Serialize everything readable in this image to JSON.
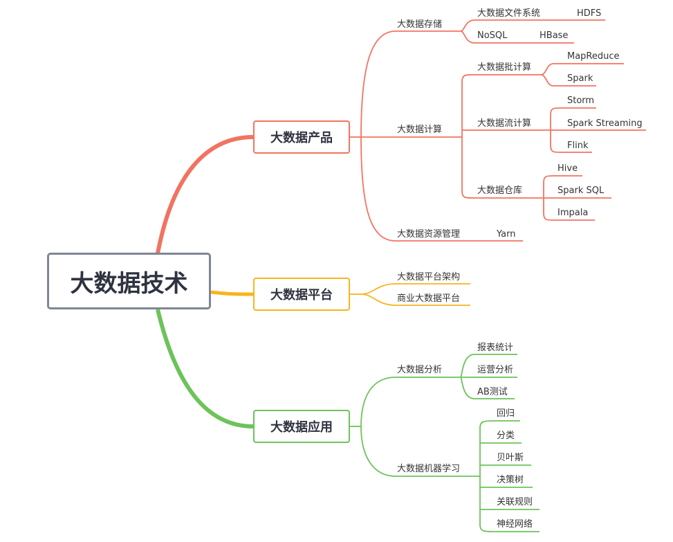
{
  "colors": {
    "products": "#f27361",
    "platform": "#f7b41e",
    "applications": "#6cc35a",
    "root_border": "#7f8596",
    "text": "#333333"
  },
  "root": {
    "label": "大数据技术"
  },
  "branches": {
    "products": {
      "label": "大数据产品",
      "storage": {
        "label": "大数据存储",
        "items": [
          {
            "label": "大数据文件系统",
            "leaf": "HDFS"
          },
          {
            "label": "NoSQL",
            "leaf": "HBase"
          }
        ]
      },
      "compute": {
        "label": "大数据计算",
        "batch": {
          "label": "大数据批计算",
          "items": [
            "MapReduce",
            "Spark"
          ]
        },
        "stream": {
          "label": "大数据流计算",
          "items": [
            "Storm",
            "Spark Streaming",
            "Flink"
          ]
        },
        "warehouse": {
          "label": "大数据仓库",
          "items": [
            "Hive",
            "Spark SQL",
            "Impala"
          ]
        }
      },
      "resource": {
        "label": "大数据资源管理",
        "leaf": "Yarn"
      }
    },
    "platform": {
      "label": "大数据平台",
      "items": [
        "大数据平台架构",
        "商业大数据平台"
      ]
    },
    "applications": {
      "label": "大数据应用",
      "analysis": {
        "label": "大数据分析",
        "items": [
          "报表统计",
          "运营分析",
          "AB测试"
        ]
      },
      "ml": {
        "label": "大数据机器学习",
        "items": [
          "回归",
          "分类",
          "贝叶斯",
          "决策树",
          "关联规则",
          "神经网络"
        ]
      }
    }
  }
}
